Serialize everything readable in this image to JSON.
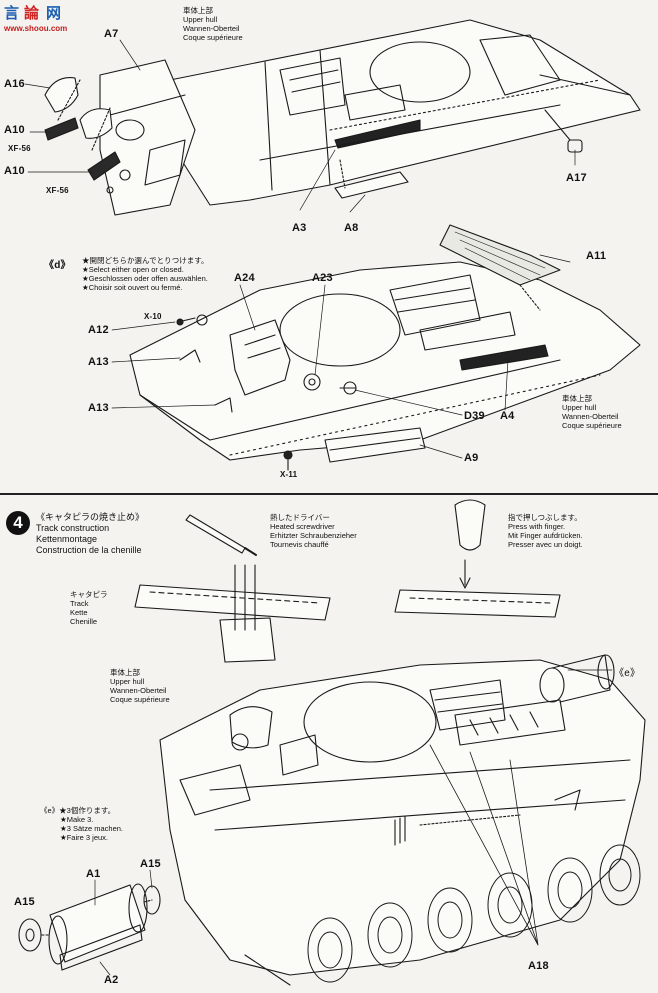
{
  "watermark": {
    "glyph1": "言",
    "glyph2": "論",
    "glyph3": "网",
    "url": "www.shoou.com"
  },
  "top_section": {
    "upper_hull_note": [
      "車体上部",
      "Upper hull",
      "Wannen-Oberteil",
      "Coque supérieure"
    ],
    "labels": {
      "a7": "A7",
      "a16": "A16",
      "a10_top": "A10",
      "xf56_top": "XF-56",
      "a10_bottom": "A10",
      "xf56_bottom": "XF-56",
      "a3": "A3",
      "a8": "A8",
      "a17": "A17"
    }
  },
  "middle_section": {
    "marker": "《d》",
    "option_note": [
      "★開閉どちらか選んでとりつけます。",
      "★Select either open or closed.",
      "★Geschlossen oder offen auswählen.",
      "★Choisir soit ouvert ou fermé."
    ],
    "upper_hull_note": [
      "車体上部",
      "Upper hull",
      "Wannen-Oberteil",
      "Coque supérieure"
    ],
    "labels": {
      "a24": "A24",
      "a23": "A23",
      "a11": "A11",
      "x10": "X-10",
      "a12": "A12",
      "a13_top": "A13",
      "a13_bottom": "A13",
      "d39": "D39",
      "a4": "A4",
      "a9": "A9",
      "x11": "X-11"
    }
  },
  "step4": {
    "number": "4",
    "title": [
      "《キャタピラの焼き止め》",
      "Track construction",
      "Kettenmontage",
      "Construction de la chenille"
    ],
    "screwdriver_note": [
      "熱したドライバー",
      "Heated screwdriver",
      "Erhitzter Schraubenzieher",
      "Tournevis chauffé"
    ],
    "finger_note": [
      "指で押しつぶします。",
      "Press with finger.",
      "Mit Finger aufdrücken.",
      "Presser avec un doigt."
    ],
    "track_note": [
      "キャタピラ",
      "Track",
      "Kette",
      "Chenille"
    ],
    "upper_hull_note": [
      "車体上部",
      "Upper hull",
      "Wannen-Oberteil",
      "Coque supérieure"
    ],
    "e_marker": "《e》",
    "make3_note": [
      "《e》★3個作ります。",
      "★Make 3.",
      "★3 Sätze machen.",
      "★Faire 3 jeux."
    ],
    "labels": {
      "a1": "A1",
      "a15_right": "A15",
      "a15_left": "A15",
      "a2": "A2",
      "a18": "A18"
    }
  }
}
